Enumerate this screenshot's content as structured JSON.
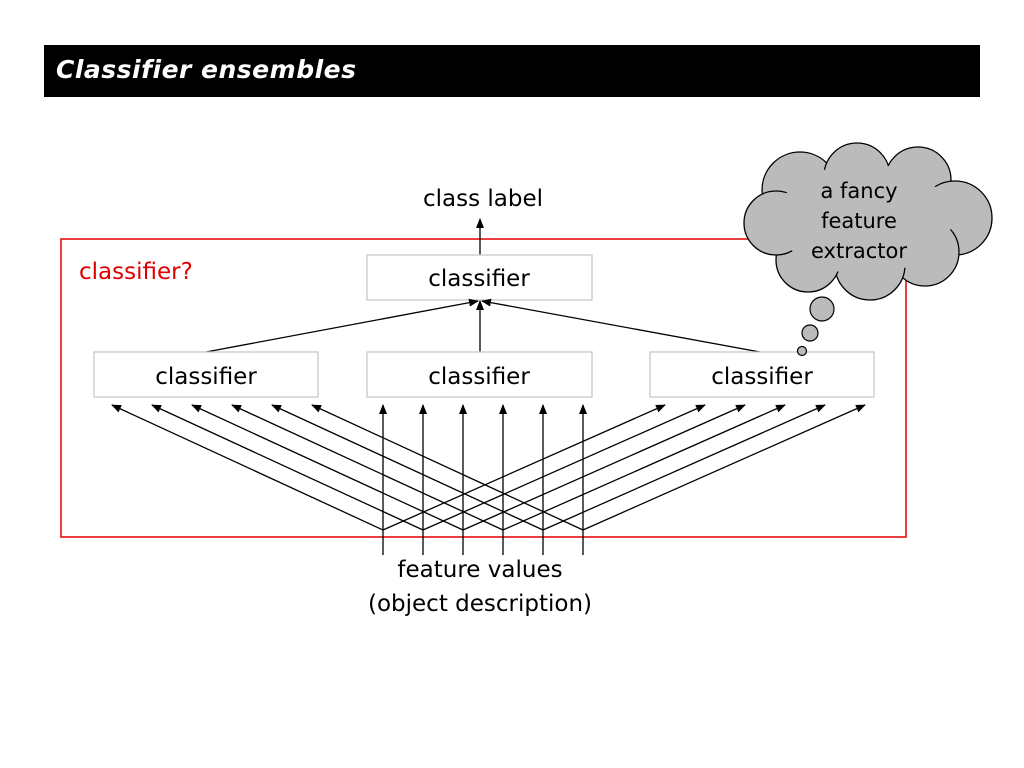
{
  "slide": {
    "title": "Classifier ensembles"
  },
  "diagram": {
    "output_label": "class label",
    "ensemble_label": "classifier?",
    "top_classifier_label": "classifier",
    "base_classifiers": [
      {
        "label": "classifier"
      },
      {
        "label": "classifier"
      },
      {
        "label": "classifier"
      }
    ],
    "input_label_line1": "feature values",
    "input_label_line2": "(object description)",
    "thought_bubble": {
      "line1": "a fancy",
      "line2": "feature",
      "line3": "extractor"
    },
    "colors": {
      "title_bar": "#000000",
      "title_text": "#ffffff",
      "ensemble_border": "#e00000",
      "ensemble_label": "#e00000",
      "cloud_fill": "#bbbbbb",
      "box_border": "#c8c8c8"
    }
  }
}
